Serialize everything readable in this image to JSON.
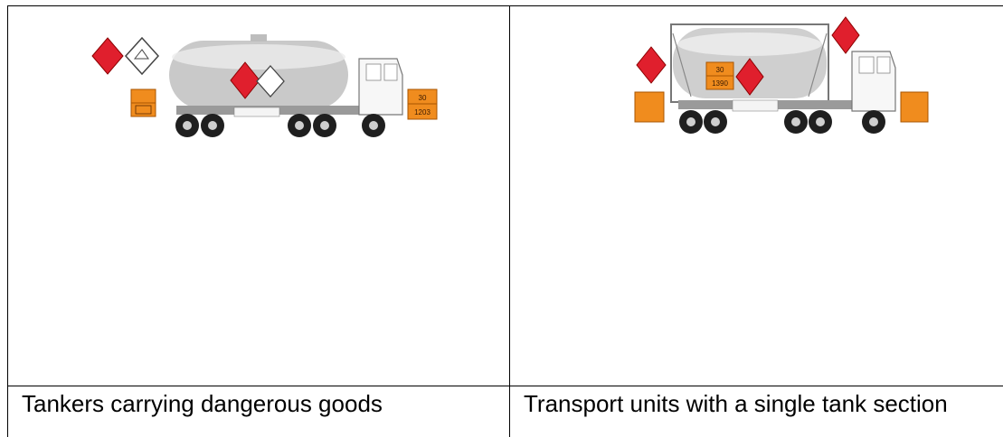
{
  "table": {
    "columns": [
      {
        "caption": "Tankers carrying dangerous goods",
        "image": {
          "subject": "tanker-truck-with-hazard-placards",
          "orange_plate_top": "30",
          "orange_plate_bottom": "1203",
          "colors": {
            "hazard_red": "#e01f2d",
            "orange_plate": "#f08c1e",
            "tank": "#c9c9c9"
          }
        }
      },
      {
        "caption": "Transport units with a single tank section",
        "image": {
          "subject": "tank-container-truck-with-hazard-placards",
          "orange_plate_top": "30",
          "orange_plate_bottom": "1390",
          "colors": {
            "hazard_red": "#e01f2d",
            "orange_plate": "#f08c1e",
            "tank": "#cfcfcf"
          }
        }
      }
    ]
  }
}
